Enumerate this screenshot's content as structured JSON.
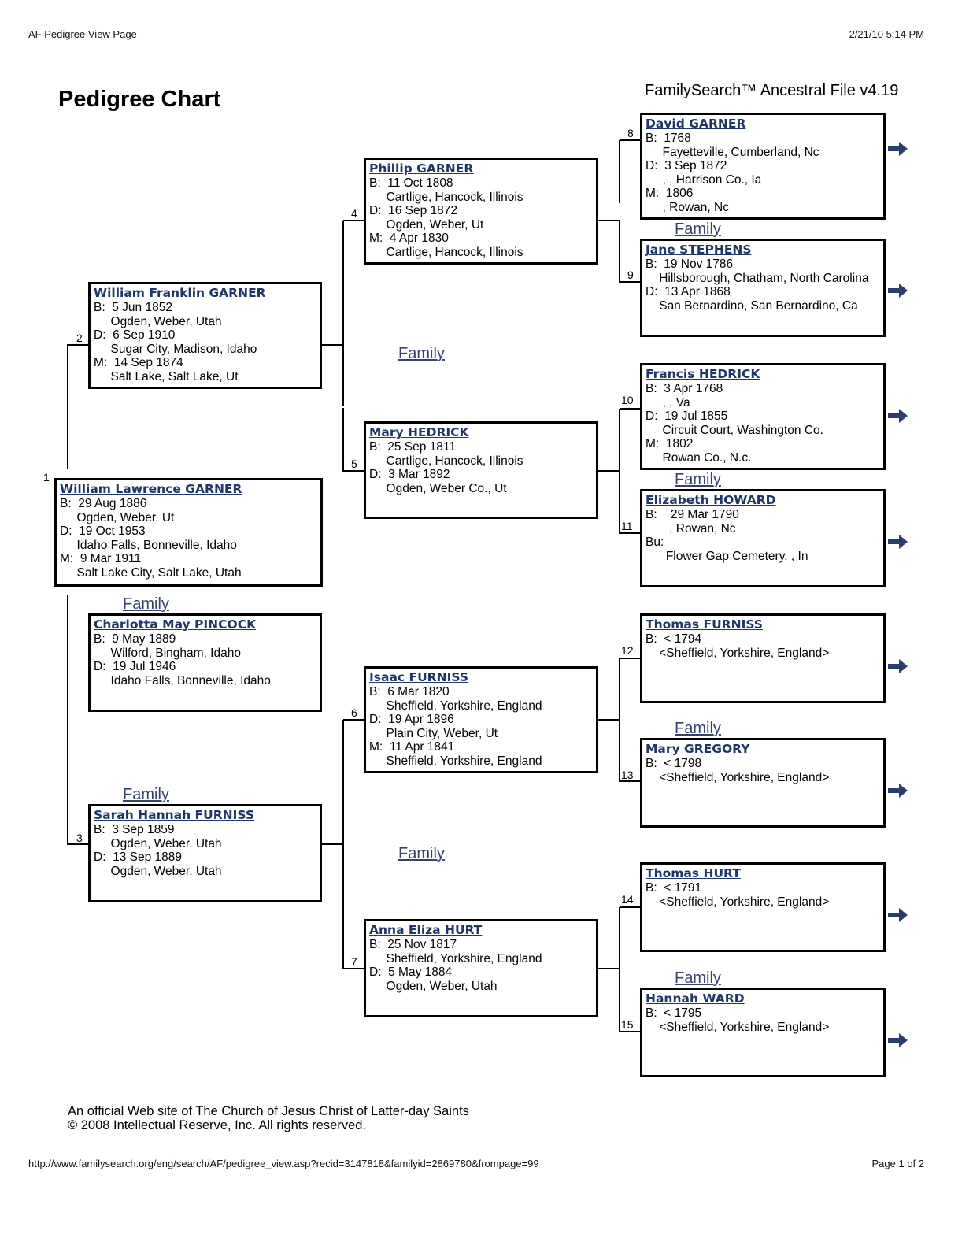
{
  "header": {
    "left": "AF Pedigree View Page",
    "right": "2/21/10 5:14 PM"
  },
  "title": "Pedigree Chart",
  "version": "FamilySearch™ Ancestral File v4.19",
  "family_label": "Family",
  "persons": [
    {
      "num": "1",
      "name": "William Lawrence GARNER",
      "lines": [
        "B:  29 Aug 1886",
        "     Ogden, Weber, Ut",
        "D:  19 Oct 1953",
        "     Idaho Falls, Bonneville, Idaho",
        "M:  9 Mar 1911",
        "     Salt Lake City, Salt Lake, Utah"
      ]
    },
    {
      "num": "2",
      "name": "William Franklin GARNER",
      "lines": [
        "B:  5 Jun 1852",
        "     Ogden, Weber, Utah",
        "D:  6 Sep 1910",
        "     Sugar City, Madison, Idaho",
        "M:  14 Sep 1874",
        "     Salt Lake, Salt Lake, Ut"
      ]
    },
    {
      "num": "3",
      "name": "Sarah Hannah FURNISS",
      "lines": [
        "B:  3 Sep 1859",
        "     Ogden, Weber, Utah",
        "D:  13 Sep 1889",
        "     Ogden, Weber, Utah"
      ]
    },
    {
      "num": "4",
      "name": "Phillip GARNER",
      "lines": [
        "B:  11 Oct 1808",
        "     Cartlige, Hancock, Illinois",
        "D:  16 Sep 1872",
        "     Ogden, Weber, Ut",
        "M:  4 Apr 1830",
        "     Cartlige, Hancock, Illinois"
      ]
    },
    {
      "num": "5",
      "name": "Mary HEDRICK",
      "lines": [
        "B:  25 Sep 1811",
        "     Cartlige, Hancock, Illinois",
        "D:  3 Mar 1892",
        "     Ogden, Weber Co., Ut"
      ]
    },
    {
      "num": "6",
      "name": "Isaac FURNISS",
      "lines": [
        "B:  6 Mar 1820",
        "     Sheffield, Yorkshire, England",
        "D:  19 Apr 1896",
        "     Plain City, Weber, Ut",
        "M:  11 Apr 1841",
        "     Sheffield, Yorkshire, England"
      ]
    },
    {
      "num": "7",
      "name": "Anna Eliza HURT",
      "lines": [
        "B:  25 Nov 1817",
        "     Sheffield, Yorkshire, England",
        "D:  5 May 1884",
        "     Ogden, Weber, Utah"
      ]
    },
    {
      "num": "8",
      "name": "David GARNER",
      "lines": [
        "B:  1768",
        "     Fayetteville, Cumberland, Nc",
        "D:  3 Sep 1872",
        "     , , Harrison Co., Ia",
        "M:  1806",
        "     , Rowan, Nc"
      ]
    },
    {
      "num": "9",
      "name": "Jane STEPHENS",
      "lines": [
        "B:  19 Nov 1786",
        "    Hillsborough, Chatham, North Carolina",
        "D:  13 Apr 1868",
        "    San Bernardino, San Bernardino, Ca"
      ]
    },
    {
      "num": "10",
      "name": "Francis HEDRICK",
      "lines": [
        "B:  3 Apr 1768",
        "     , , Va",
        "D:  19 Jul 1855",
        "     Circuit Court, Washington Co.",
        "M:  1802",
        "     Rowan Co., N.c."
      ]
    },
    {
      "num": "11",
      "name": "Elizabeth HOWARD",
      "lines": [
        "B:    29 Mar 1790",
        "       , Rowan, Nc",
        "Bu:",
        "      Flower Gap Cemetery, , In"
      ]
    },
    {
      "num": "12",
      "name": "Thomas FURNISS",
      "lines": [
        "B:  < 1794",
        "    <Sheffield, Yorkshire, England>"
      ]
    },
    {
      "num": "13",
      "name": "Mary GREGORY",
      "lines": [
        "B:  < 1798",
        "    <Sheffield, Yorkshire, England>"
      ]
    },
    {
      "num": "14",
      "name": "Thomas HURT",
      "lines": [
        "B:  < 1791",
        "    <Sheffield, Yorkshire, England>"
      ]
    },
    {
      "num": "15",
      "name": "Hannah WARD",
      "lines": [
        "B:  < 1795",
        "    <Sheffield, Yorkshire, England>"
      ]
    },
    {
      "num": "",
      "name": "Charlotta May PINCOCK",
      "lines": [
        "B:  9 May 1889",
        "     Wilford, Bingham, Idaho",
        "D:  19 Jul 1946",
        "     Idaho Falls, Bonneville, Idaho"
      ]
    }
  ],
  "footer": {
    "line1": "An official Web site of The Church of Jesus Christ of Latter-day Saints",
    "line2": "© 2008 Intellectual Reserve, Inc. All rights reserved.",
    "url": "http://www.familysearch.org/eng/search/AF/pedigree_view.asp?recid=3147818&familyid=2869780&frompage=99",
    "page": "Page 1 of 2"
  },
  "colors": {
    "link": "#1f3766",
    "family_link": "#38436a",
    "arrow": "#2a3d6b"
  },
  "icons": {
    "arrow": "right-arrow-icon"
  }
}
